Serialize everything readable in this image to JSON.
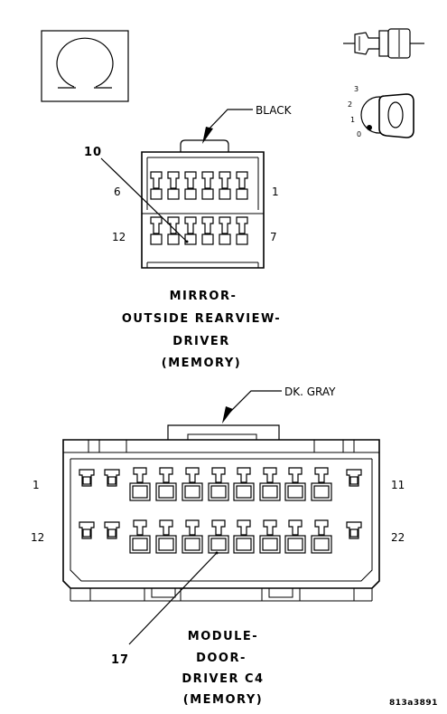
{
  "symbol_panel": {
    "view_symbol": "omega-view-symbol-icon",
    "connector_symbol": "connector-pair-icon",
    "ignition_switch": {
      "icon": "ignition-key-switch-icon",
      "positions": [
        "3",
        "2",
        "1",
        "0"
      ]
    }
  },
  "connector_mirror": {
    "wire_color": "BLACK",
    "callout_pin": "10",
    "pin_label_top_left": "6",
    "pin_label_top_right": "1",
    "pin_label_bottom_left": "12",
    "pin_label_bottom_right": "7",
    "name_lines": [
      "MIRROR-",
      "OUTSIDE REARVIEW-",
      "DRIVER",
      "(MEMORY)"
    ]
  },
  "connector_door": {
    "wire_color": "DK. GRAY",
    "callout_pin": "17",
    "pin_label_top_left": "1",
    "pin_label_top_right": "11",
    "pin_label_bottom_left": "12",
    "pin_label_bottom_right": "22",
    "name_lines": [
      "MODULE-",
      "DOOR-",
      "DRIVER C4",
      "(MEMORY)"
    ]
  },
  "figure_code": "813a3891"
}
